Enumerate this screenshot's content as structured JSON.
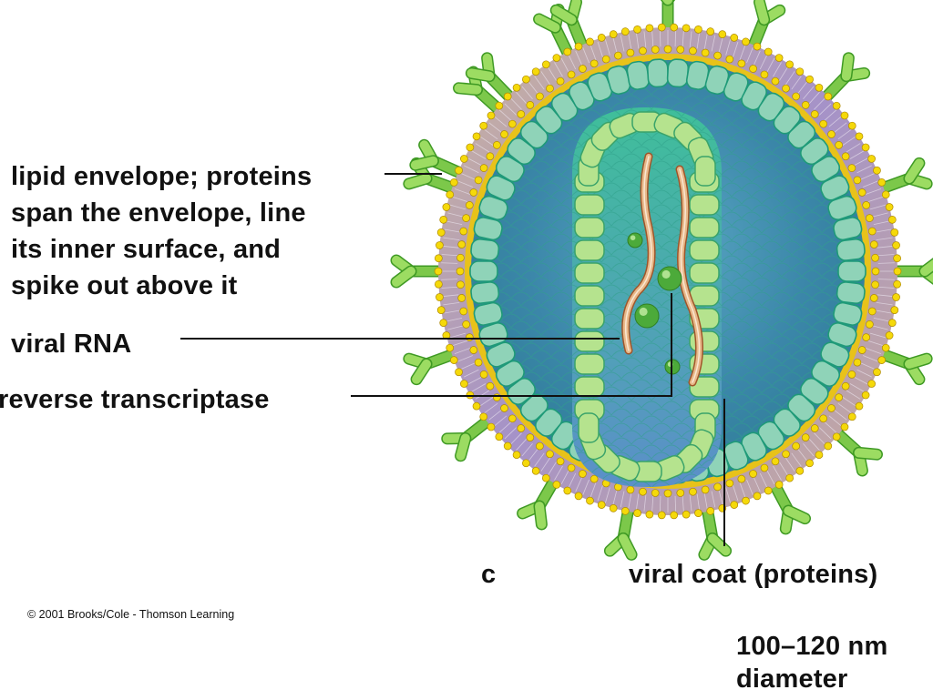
{
  "figure": {
    "panel_letter": "c",
    "labels": {
      "lipid_envelope": [
        "lipid envelope; proteins",
        "span the envelope, line",
        "its inner surface, and",
        "spike out above it"
      ],
      "viral_rna": "viral RNA",
      "reverse_transcriptase": "reverse transcriptase",
      "viral_coat": "viral coat (proteins)",
      "size": [
        "100–120 nm",
        "diameter"
      ]
    },
    "copyright": "© 2001 Brooks/Cole - Thomson Learning",
    "colors": {
      "lipid_head": "#f5d90a",
      "lipid_tail": "#b9a3c9",
      "spike": "#7cc84a",
      "outer_capsomere": "#8fd3b8",
      "inner_capsomere": "#b5e38e",
      "matrix": "#3f8fa0",
      "rna": "#e8b98a",
      "enzyme": "#4caa3a",
      "text": "#111111"
    }
  }
}
